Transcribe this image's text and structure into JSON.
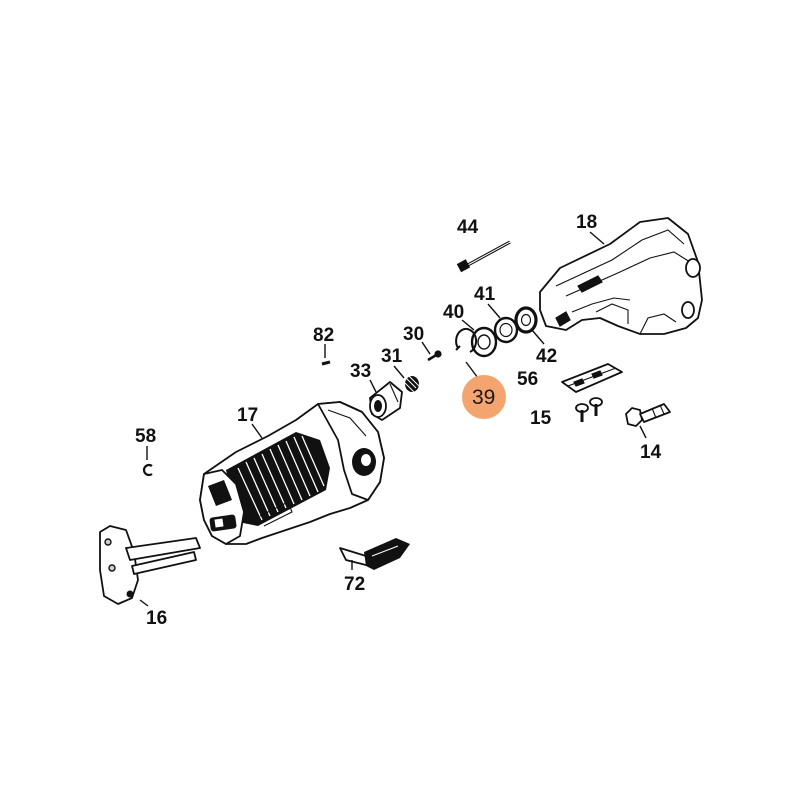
{
  "highlight": {
    "label": "39",
    "color": "#F4A46E"
  },
  "parts": [
    {
      "id": "p14",
      "label": "14"
    },
    {
      "id": "p15",
      "label": "15"
    },
    {
      "id": "p16",
      "label": "16"
    },
    {
      "id": "p17",
      "label": "17"
    },
    {
      "id": "p18",
      "label": "18"
    },
    {
      "id": "p30",
      "label": "30"
    },
    {
      "id": "p31",
      "label": "31"
    },
    {
      "id": "p33",
      "label": "33"
    },
    {
      "id": "p40",
      "label": "40"
    },
    {
      "id": "p41",
      "label": "41"
    },
    {
      "id": "p42",
      "label": "42"
    },
    {
      "id": "p44",
      "label": "44"
    },
    {
      "id": "p56",
      "label": "56"
    },
    {
      "id": "p58",
      "label": "58"
    },
    {
      "id": "p72",
      "label": "72"
    },
    {
      "id": "p82",
      "label": "82"
    }
  ]
}
